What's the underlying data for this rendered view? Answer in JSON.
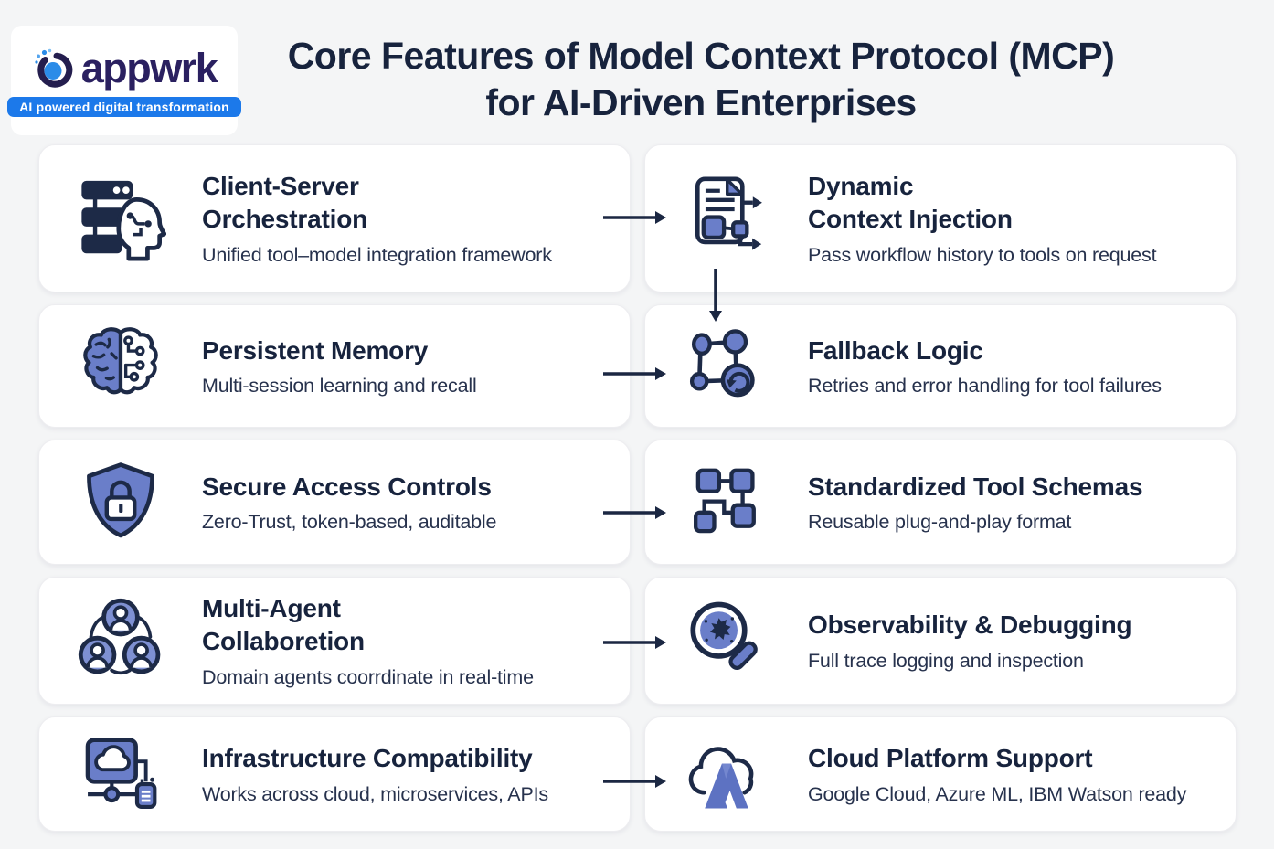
{
  "page": {
    "background": "#f4f5f6",
    "card_background": "#ffffff",
    "navy": "#1d2a47",
    "icon_blue": "#6a7ec9",
    "arrow_color": "#1b2742"
  },
  "logo": {
    "brand": "appwrk",
    "brand_color": "#2a2060",
    "tagline": "AI powered digital transformation",
    "tagline_bg": "#1c79ea",
    "icon": "appwrk-orbit-icon"
  },
  "header": {
    "title": "Core Features of Model Context Protocol (MCP)\nfor AI-Driven Enterprises"
  },
  "features": {
    "rows": [
      {
        "left": {
          "icon": "server-ai-head-icon",
          "title": "Client-Server\nOrchestration",
          "description": "Unified tool–model integration framework"
        },
        "right": {
          "icon": "document-context-icon",
          "title": "Dynamic\nContext Injection",
          "description": "Pass workflow history to tools on request"
        }
      },
      {
        "left": {
          "icon": "brain-circuit-icon",
          "title": "Persistent Memory",
          "description": "Multi-session learning and recall"
        },
        "right": {
          "icon": "fallback-nodes-icon",
          "title": "Fallback Logic",
          "description": "Retries and error handling for tool failures"
        }
      },
      {
        "left": {
          "icon": "shield-lock-icon",
          "title": "Secure Access Controls",
          "description": "Zero-Trust, token-based, auditable"
        },
        "right": {
          "icon": "tool-schema-icon",
          "title": "Standardized Tool Schemas",
          "description": "Reusable plug-and-play format"
        }
      },
      {
        "left": {
          "icon": "multi-agent-icon",
          "title": "Multi-Agent\nCollaboretion",
          "description": "Domain agents coorrdinate in real-time"
        },
        "right": {
          "icon": "magnifier-bug-icon",
          "title": "Observability & Debugging",
          "description": "Full trace logging and inspection"
        }
      },
      {
        "left": {
          "icon": "infrastructure-cloud-icon",
          "title": "Infrastructure Compatibility",
          "description": "Works across cloud, microservices, APIs"
        },
        "right": {
          "icon": "cloud-a-icon",
          "title": "Cloud Platform Support",
          "description": "Google Cloud, Azure ML, IBM Watson ready"
        }
      }
    ]
  }
}
